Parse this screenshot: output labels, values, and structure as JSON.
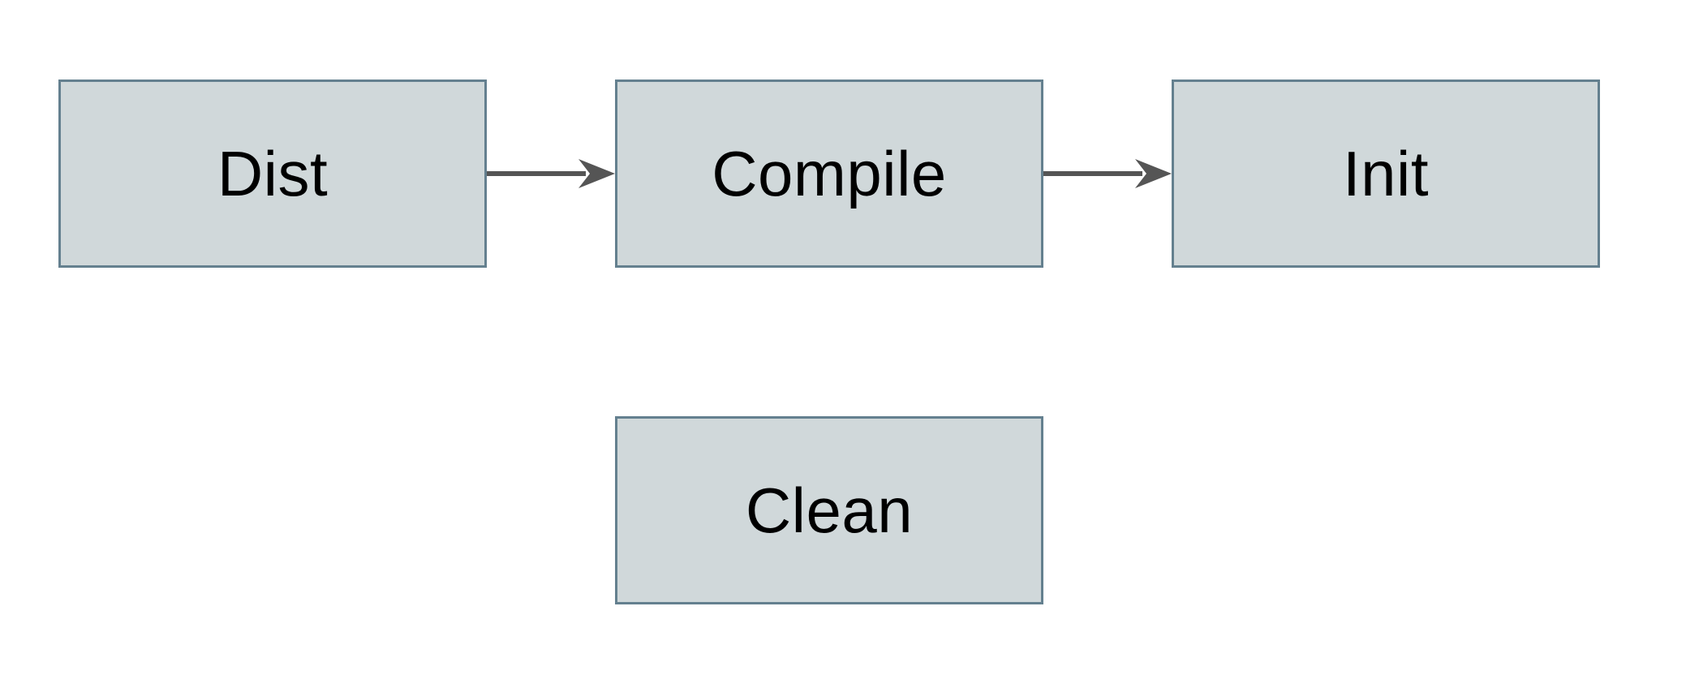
{
  "diagram": {
    "background_color": "#ffffff",
    "node_fill_color": "#d0d8da",
    "node_border_color": "#64808f",
    "arrow_color": "#555555",
    "label_color": "#000000",
    "nodes": [
      {
        "id": "dist",
        "label": "Dist"
      },
      {
        "id": "compile",
        "label": "Compile"
      },
      {
        "id": "init",
        "label": "Init"
      },
      {
        "id": "clean",
        "label": "Clean"
      }
    ],
    "edges": [
      {
        "from": "Dist",
        "to": "Compile",
        "direction": "right"
      },
      {
        "from": "Compile",
        "to": "Init",
        "direction": "right"
      }
    ]
  }
}
